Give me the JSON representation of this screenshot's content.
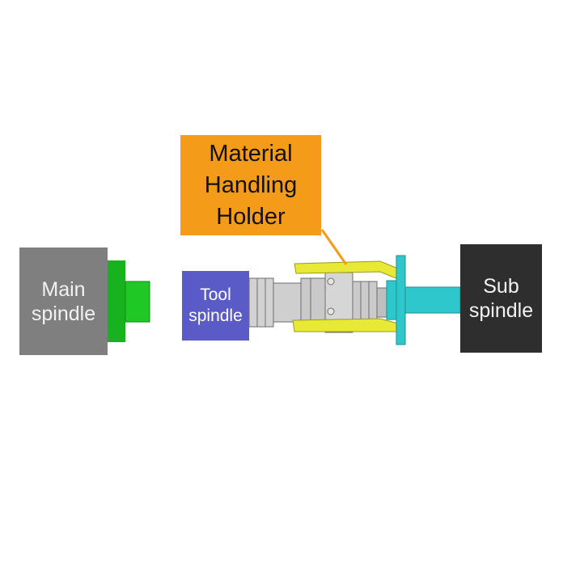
{
  "labels": {
    "main_spindle": "Main\nspindle",
    "tool_spindle": "Tool\nspindle",
    "sub_spindle": "Sub\nspindle",
    "holder_callout": "Material\nHandling\nHolder"
  },
  "colors": {
    "main_spindle": "#7f7f7f",
    "main_chuck": "#19b21f",
    "tool_spindle": "#5b5bc8",
    "tool_body": "#c8c8c8",
    "holder_arms": "#e8e836",
    "sub_spindle": "#2e2e2e",
    "sub_shaft": "#2ec8cc",
    "callout": "#f59b1a"
  }
}
